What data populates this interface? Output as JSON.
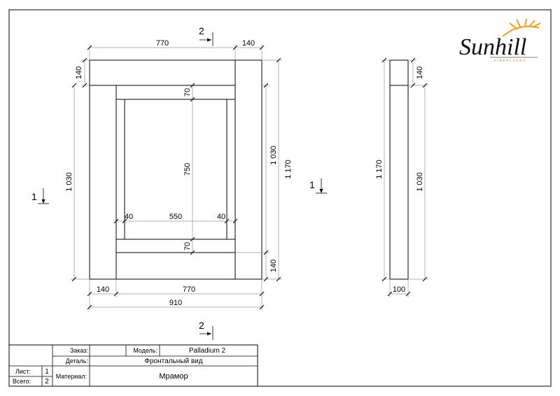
{
  "logo": {
    "brand": "Sunhill",
    "tagline": "FIREPLACES",
    "accent_color": "#f0a020"
  },
  "section_marks": {
    "top": "2",
    "bottom": "2",
    "left": "1",
    "middle": "1"
  },
  "front_view": {
    "top_overall_width": "770",
    "top_right_leg": "140",
    "top_band_height": "140",
    "left_overall_height": "1 030",
    "inner_frame_top": "70",
    "inner_opening_height": "750",
    "inner_frame_bottom": "70",
    "inner_left_strip": "40",
    "inner_opening_width": "550",
    "inner_right_strip": "40",
    "right_leg_height": "1 030",
    "overall_height": "1 170",
    "bottom_band_height": "140",
    "bottom_left_leg": "140",
    "bottom_width": "770",
    "overall_width": "910"
  },
  "side_view": {
    "top_height": "140",
    "overall_height": "1 170",
    "leg_height": "1 030",
    "depth": "100"
  },
  "title_block": {
    "order_label": "Заказ:",
    "order_value": "",
    "model_label": "Модель:",
    "model_value": "Palladium 2",
    "detail_label": "Деталь:",
    "detail_value": "Фронтальный вид",
    "sheet_label": "Лист:",
    "sheet_value": "1",
    "total_label": "Всего:",
    "total_value": "2",
    "material_label": "Материал:",
    "material_value": "Мрамор"
  }
}
